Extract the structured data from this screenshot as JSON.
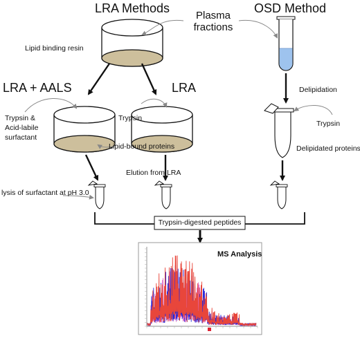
{
  "titles": {
    "lra_methods": "LRA Methods",
    "osd_method": "OSD Method",
    "lra_aals": "LRA + AALS",
    "lra": "LRA"
  },
  "labels": {
    "plasma_fractions": [
      "Plasma",
      "fractions"
    ],
    "lipid_binding_resin": "Lipid binding resin",
    "trypsin_acid": [
      "Trypsin &",
      "Acid-labile",
      "surfactant"
    ],
    "trypsin_lra": "Trypsin",
    "trypsin_osd": "Trypsin",
    "delipidation": "Delipidation",
    "lipid_bound_proteins": "Lipid-bound proteins",
    "delipidated_proteins": "Delipidated proteins",
    "elution_from_lra": "Elution from LRA",
    "lysis_surfactant": "lysis of surfactant at pH 3.0",
    "trypsin_digested_peptides": "Trypsin-digested peptides",
    "ms_analysis": "MS Analysis"
  },
  "colors": {
    "resin_fill": "#cdbf9c",
    "plasma_blue": "#9ec3ee",
    "arrow": "#111111",
    "curve_arrow": "#888888",
    "spectrum_red": "#e8463b",
    "spectrum_blue": "#2a2ad8",
    "spectrum_pink": "#e070c8"
  }
}
